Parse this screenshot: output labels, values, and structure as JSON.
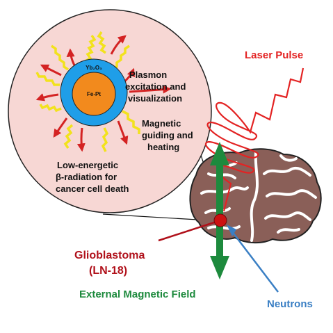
{
  "core_label": "Fe-Pt",
  "shell_label": "Yb₂O₃",
  "zoom_labels": {
    "plasmon": [
      "Plasmon",
      "excitation and",
      "visualization"
    ],
    "magnetic": [
      "Magnetic",
      "guiding and",
      "heating"
    ],
    "radiation": [
      "Low-energetic",
      "β-radiation for",
      "cancer cell death"
    ]
  },
  "laser_label": "Laser Pulse",
  "tumor_label": [
    "Glioblastoma",
    "(LN-18)"
  ],
  "field_label": "External Magnetic Field",
  "neutrons_label": "Neutrons",
  "colors": {
    "circle_fill": "#f7d7d4",
    "shell": "#1f9ee8",
    "core": "#f28a1d",
    "laser": "#e32323",
    "tumor": "#b0101a",
    "field": "#1d8a3d",
    "neutron": "#3a7fc4",
    "brain": "#8a5f58",
    "zigzag": "#f2e21d"
  }
}
